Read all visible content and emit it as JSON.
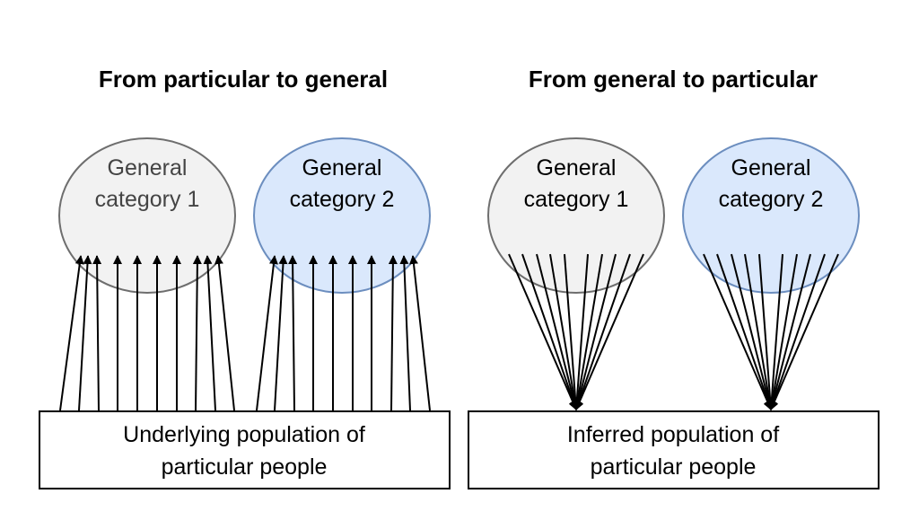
{
  "panels": [
    {
      "id": "left",
      "heading": "From particular to general",
      "direction": "up",
      "circles": [
        {
          "line1": "General",
          "line2": "category 1",
          "fill": "#f2f2f2",
          "stroke": "#6e6e6e",
          "text_color": "#444444"
        },
        {
          "line1": "General",
          "line2": "category 2",
          "fill": "#dae8fc",
          "stroke": "#6c8ebf",
          "text_color": "#000000"
        }
      ],
      "box": {
        "line1": "Underlying population of",
        "line2": "particular people"
      }
    },
    {
      "id": "right",
      "heading": "From general to particular",
      "direction": "down",
      "circles": [
        {
          "line1": "General",
          "line2": "category 1",
          "fill": "#f2f2f2",
          "stroke": "#6e6e6e",
          "text_color": "#000000"
        },
        {
          "line1": "General",
          "line2": "category 2",
          "fill": "#dae8fc",
          "stroke": "#6c8ebf",
          "text_color": "#000000"
        }
      ],
      "box": {
        "line1": "Inferred population of",
        "line2": "particular people"
      }
    }
  ]
}
